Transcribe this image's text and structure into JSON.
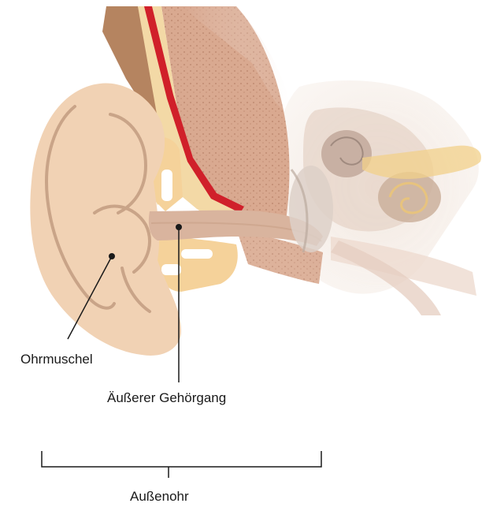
{
  "labels": {
    "ohrmuschel": "Ohrmuschel",
    "gehoergang": "Äußerer Gehörgang",
    "aussenohr": "Außenohr"
  },
  "colors": {
    "skin": "#f1d2b4",
    "skin_shadow": "#c9a488",
    "cartilage": "#f5d29a",
    "bone": "#dcae92",
    "canal": "#d9b49e",
    "hair": "#b58460",
    "red_stripe": "#d0202a",
    "inner_ear_faded": "#e9d7cc",
    "cochlea": "#c9a98c",
    "nerve": "#f2d08a",
    "line": "#1a1a1a"
  }
}
